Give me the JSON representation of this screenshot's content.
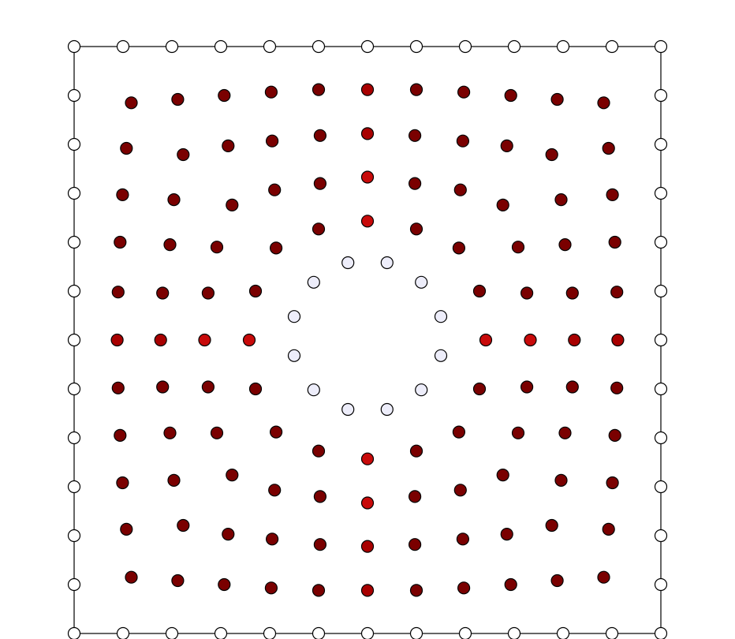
{
  "colors": {
    "background": "#ffffff",
    "frame": "#000000",
    "boundary_node_fill": "#ffffff",
    "hole_node_fill": "#ededfa",
    "interior_dark": "#7a0000",
    "interior_mid": "#a80000",
    "interior_bright": "#c80a0a",
    "node_stroke": "#000000"
  },
  "boundary": {
    "x": [
      0,
      1,
      2,
      3,
      4,
      5,
      6,
      7,
      8,
      9,
      10,
      11,
      12
    ],
    "y": [
      0,
      1,
      2,
      3,
      4,
      5,
      6,
      7,
      8,
      9,
      10,
      11,
      12
    ]
  },
  "hole": {
    "center": [
      6.0,
      6.0
    ],
    "nodes": [
      [
        5.6,
        4.42
      ],
      [
        6.4,
        4.42
      ],
      [
        7.1,
        4.82
      ],
      [
        7.5,
        5.52
      ],
      [
        7.5,
        6.32
      ],
      [
        7.1,
        7.02
      ],
      [
        6.4,
        7.42
      ],
      [
        5.6,
        7.42
      ],
      [
        4.9,
        7.02
      ],
      [
        4.5,
        6.32
      ],
      [
        4.5,
        5.52
      ],
      [
        4.9,
        4.82
      ]
    ]
  },
  "interior": {
    "rows": [
      {
        "y": [
          1.15,
          1.08,
          1.0,
          0.93,
          0.88,
          0.88,
          0.88,
          0.93,
          1.0,
          1.08,
          1.15
        ],
        "x": [
          1.17,
          2.12,
          3.07,
          4.03,
          5.0,
          6.0,
          7.0,
          7.97,
          8.93,
          9.88,
          10.83
        ]
      },
      {
        "y": [
          2.08,
          2.21,
          2.03,
          1.93,
          1.82,
          1.78,
          1.82,
          1.93,
          2.03,
          2.21,
          2.08
        ],
        "x": [
          1.07,
          2.23,
          3.15,
          4.05,
          5.03,
          6.0,
          6.97,
          7.95,
          8.85,
          9.77,
          10.93
        ]
      },
      {
        "y": [
          3.03,
          3.13,
          3.24,
          2.93,
          2.8,
          2.67,
          2.8,
          2.93,
          3.24,
          3.13,
          3.03
        ],
        "x": [
          0.99,
          2.04,
          3.23,
          4.1,
          5.03,
          6.0,
          6.97,
          7.9,
          8.77,
          9.96,
          11.01
        ]
      },
      {
        "y": [
          4.0,
          4.05,
          4.1,
          4.12,
          3.73,
          3.57,
          3.73,
          4.12,
          4.1,
          4.05,
          4.0
        ],
        "x": [
          0.94,
          1.96,
          2.92,
          4.13,
          5.0,
          6.0,
          7.0,
          7.87,
          9.08,
          10.04,
          11.06
        ]
      },
      {
        "y": [
          5.02,
          5.04,
          5.04,
          5.0,
          5.0,
          5.04,
          5.04,
          5.02
        ],
        "x": [
          0.9,
          1.81,
          2.74,
          3.71,
          8.29,
          9.26,
          10.19,
          11.1
        ]
      },
      {
        "y": [
          6.0,
          6.0,
          6.0,
          6.0,
          6.0,
          6.0,
          6.0,
          6.0
        ],
        "x": [
          0.88,
          1.77,
          2.67,
          3.58,
          8.42,
          9.33,
          10.23,
          11.12
        ]
      },
      {
        "y": [
          6.98,
          6.96,
          6.96,
          7.0,
          7.0,
          6.96,
          6.96,
          6.98
        ],
        "x": [
          0.9,
          1.81,
          2.74,
          3.71,
          8.29,
          9.26,
          10.19,
          11.1
        ]
      },
      {
        "y": [
          7.95,
          7.9,
          7.9,
          7.88,
          8.27,
          8.43,
          8.27,
          7.88,
          7.9,
          7.9,
          7.95
        ],
        "x": [
          0.94,
          1.96,
          2.92,
          4.13,
          5.0,
          6.0,
          7.0,
          7.87,
          9.08,
          10.04,
          11.06
        ]
      },
      {
        "y": [
          8.92,
          8.87,
          8.76,
          9.07,
          9.2,
          9.33,
          9.2,
          9.07,
          8.76,
          8.87,
          8.92
        ],
        "x": [
          0.99,
          2.04,
          3.23,
          4.1,
          5.03,
          6.0,
          6.97,
          7.9,
          8.77,
          9.96,
          11.01
        ]
      },
      {
        "y": [
          9.87,
          9.79,
          9.97,
          10.07,
          10.18,
          10.22,
          10.18,
          10.07,
          9.97,
          9.79,
          9.87
        ],
        "x": [
          1.07,
          2.23,
          3.15,
          4.05,
          5.03,
          6.0,
          6.97,
          7.95,
          8.85,
          9.77,
          10.93
        ]
      },
      {
        "y": [
          10.85,
          10.92,
          11.0,
          11.07,
          11.12,
          11.12,
          11.12,
          11.07,
          11.0,
          10.92,
          10.85
        ],
        "x": [
          1.17,
          2.12,
          3.07,
          4.03,
          5.0,
          6.0,
          7.0,
          7.97,
          8.93,
          9.88,
          10.83
        ]
      }
    ]
  }
}
